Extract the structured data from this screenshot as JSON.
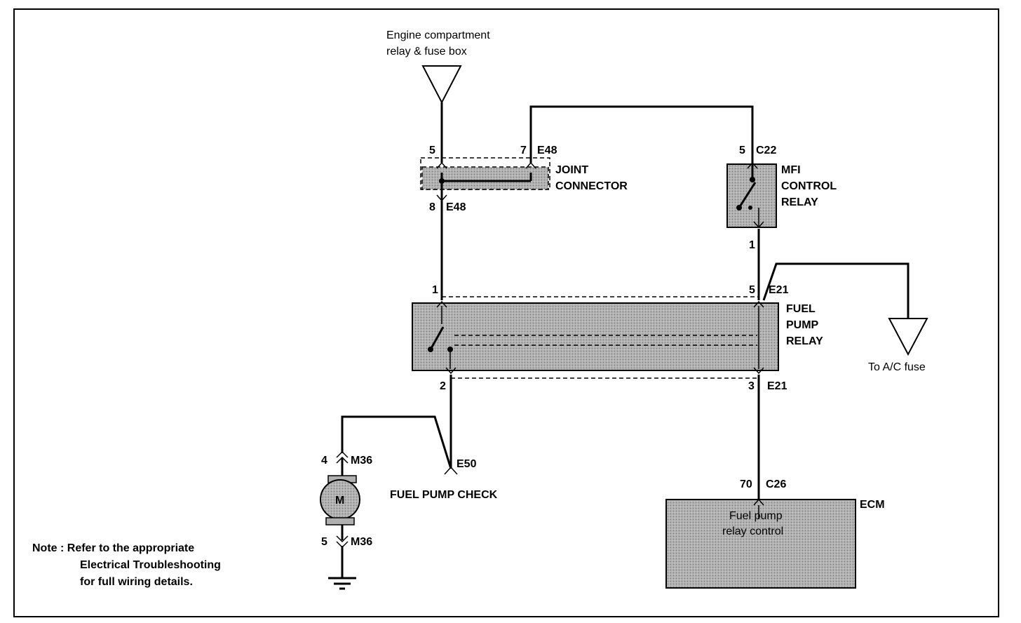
{
  "source": {
    "line1": "Engine compartment",
    "line2": "relay & fuse box"
  },
  "joint_connector": {
    "line1": "JOINT",
    "line2": "CONNECTOR",
    "pin_top_left": "5",
    "pin_top_right": "7",
    "conn_top": "E48",
    "pin_bottom": "8",
    "conn_bottom": "E48"
  },
  "mfi_relay": {
    "line1": "MFI",
    "line2": "CONTROL",
    "line3": "RELAY",
    "pin_top": "5",
    "conn_top": "C22",
    "pin_bottom": "1"
  },
  "fuel_pump_relay": {
    "line1": "FUEL",
    "line2": "PUMP",
    "line3": "RELAY",
    "pin_top_left": "1",
    "pin_top_right": "5",
    "conn_top": "E21",
    "pin_bottom_left": "2",
    "pin_bottom_right": "3",
    "conn_bottom": "E21"
  },
  "ac_fuse": {
    "label": "To A/C fuse"
  },
  "check": {
    "conn": "E50",
    "label": "FUEL PUMP CHECK"
  },
  "motor": {
    "symbol": "M",
    "pin_top": "4",
    "conn_top": "M36",
    "pin_bottom": "5",
    "conn_bottom": "M36"
  },
  "ecm": {
    "title": "ECM",
    "pin": "70",
    "conn": "C26",
    "inner_line1": "Fuel pump",
    "inner_line2": "relay control"
  },
  "note": {
    "line1": "Note : Refer to the appropriate",
    "line2": "Electrical Troubleshooting",
    "line3": "for full wiring details."
  },
  "colors": {
    "shade": "#a8a8a8",
    "line": "#000000"
  }
}
